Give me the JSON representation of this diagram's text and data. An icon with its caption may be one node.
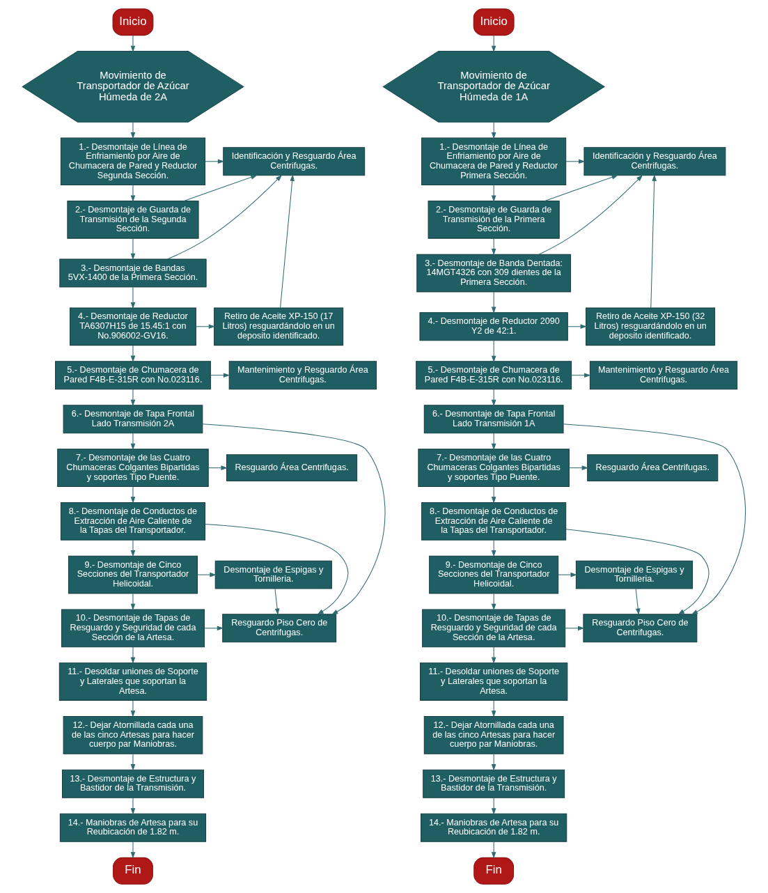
{
  "diagram": {
    "nodes": [
      {
        "text": [
          "Inicio"
        ]
      },
      {
        "text": [
          "Movimiento de Transportador de Azúcar Húmeda de 2A"
        ]
      },
      {
        "text": [
          "1.- Desmontaje de Línea de Enfriamiento por Aire de Chumacera de Pared y Reductor Segunda Sección."
        ]
      },
      {
        "text": [
          "2.- Desmontaje de Guarda de Transmisión de la Segunda Sección."
        ]
      },
      {
        "text": [
          "3.- Desmontaje de Bandas 5VX-1400 de la Primera Sección."
        ]
      },
      {
        "text": [
          "4.- Desmontaje de Reductor TA6307H15 de 15.45:1 con No.906002-GV16."
        ]
      },
      {
        "text": [
          "5.- Desmontaje de Chumacera de Pared F4B-E-315R con No.023116."
        ]
      },
      {
        "text": [
          "6.- Desmontaje de Tapa Frontal Lado Transmisión 2A"
        ]
      },
      {
        "text": [
          "7.- Desmontaje de las Cuatro Chumaceras Colgantes Bipartidas y soportes Tipo Puente."
        ]
      },
      {
        "text": [
          "8.- Desmontaje de Conductos de Extracción de Aire Caliente de la Tapas del Transportador."
        ]
      },
      {
        "text": [
          "9.- Desmontaje de Cinco Secciones del Transportador Helicoidal."
        ]
      },
      {
        "text": [
          "10.- Desmontaje de Tapas de Resguardo y Seguridad de cada Sección de la Artesa."
        ]
      },
      {
        "text": [
          "11.- Desoldar uniones de Soporte y Laterales que soportan la Artesa."
        ]
      },
      {
        "text": [
          "12.- Dejar Atornillada cada una de las cinco Artesas para hacer cuerpo par Maniobras."
        ]
      },
      {
        "text": [
          "13.- Desmontaje de Estructura y Bastidor de la Transmisión."
        ]
      },
      {
        "text": [
          "14.- Maniobras de Artesa para su Reubicación de 1.82 m."
        ]
      },
      {
        "text": [
          "Identificación y Resguardo Área Centrifugas."
        ]
      },
      {
        "text": [
          "Retiro de Aceite XP-150 (17 Litros) resguardándolo en un deposito identificado."
        ]
      },
      {
        "text": [
          "Mantenimiento y Resguardo Área Centrifugas."
        ]
      },
      {
        "text": [
          "Resguardo Área Centrifugas."
        ]
      },
      {
        "text": [
          "Desmontaje de Espigas y Tornilleria."
        ]
      },
      {
        "text": [
          "Resguardo Piso Cero de Centrifugas."
        ]
      },
      {
        "text": [
          "Fin"
        ]
      },
      {
        "text": [
          "Inicio"
        ]
      },
      {
        "text": [
          "Movimiento de Transportador de Azúcar Húmeda de 1A"
        ]
      },
      {
        "text": [
          "1.- Desmontaje de Línea de Enfriamiento por Aire de Chumacera de Pared y Reductor Primera Sección."
        ]
      },
      {
        "text": [
          "2.- Desmontaje de Guarda de Transmisión de la Primera Sección."
        ]
      },
      {
        "text": [
          "3.- Desmontaje de Banda Dentada: 14MGT4326 con 309 dientes de la Primera Sección."
        ]
      },
      {
        "text": [
          "4.- Desmontaje de Reductor 2090 Y2 de 42:1."
        ]
      },
      {
        "text": [
          "5.- Desmontaje de Chumacera de Pared F4B-E-315R con No.023116."
        ]
      },
      {
        "text": [
          "6.- Desmontaje de Tapa Frontal Lado Transmisión 1A"
        ]
      },
      {
        "text": [
          "7.- Desmontaje de las Cuatro Chumaceras Colgantes Bipartidas y soportes Tipo Puente."
        ]
      },
      {
        "text": [
          "8.- Desmontaje de Conductos de Extracción de Aire Caliente de la Tapas del Transportador."
        ]
      },
      {
        "text": [
          "9.- Desmontaje de Cinco Secciones del Transportador Helicoidal."
        ]
      },
      {
        "text": [
          "10.- Desmontaje de Tapas de Resguardo y Seguridad de cada Sección de la Artesa."
        ]
      },
      {
        "text": [
          "11.- Desoldar uniones de Soporte y Laterales que soportan la Artesa."
        ]
      },
      {
        "text": [
          "12.- Dejar Atornillada cada una de las cinco Artesas para hacer cuerpo par Maniobras."
        ]
      },
      {
        "text": [
          "13.- Desmontaje de Estructura y Bastidor de la Transmisión."
        ]
      },
      {
        "text": [
          "14.- Maniobras de Artesa para su Reubicación de 1.82 m."
        ]
      },
      {
        "text": [
          "Identificación y Resguardo Área Centrifugas."
        ]
      },
      {
        "text": [
          "Retiro de Aceite XP-150 (32 Litros) resguardándolo en un deposito identificado."
        ]
      },
      {
        "text": [
          "Mantenimiento y Resguardo Área Centrifugas."
        ]
      },
      {
        "text": [
          "Resguardo Área Centrifugas."
        ]
      },
      {
        "text": [
          "Desmontaje de Espigas y Tornilleria."
        ]
      },
      {
        "text": [
          "Resguardo Piso Cero de Centrifugas."
        ]
      },
      {
        "text": [
          "Fin"
        ]
      }
    ],
    "edges": [
      {
        "from": 0,
        "to": 1,
        "arrow": "to"
      },
      {
        "from": 1,
        "to": 2,
        "arrow": "to"
      },
      {
        "from": 2,
        "to": 3,
        "arrow": "to"
      },
      {
        "from": 3,
        "to": 4,
        "arrow": "to"
      },
      {
        "from": 4,
        "to": 5,
        "arrow": "to"
      },
      {
        "from": 5,
        "to": 6,
        "arrow": "to"
      },
      {
        "from": 6,
        "to": 7,
        "arrow": "to"
      },
      {
        "from": 7,
        "to": 8,
        "arrow": "to"
      },
      {
        "from": 8,
        "to": 9,
        "arrow": "to"
      },
      {
        "from": 9,
        "to": 10,
        "arrow": "to"
      },
      {
        "from": 10,
        "to": 11,
        "arrow": "to"
      },
      {
        "from": 11,
        "to": 12,
        "arrow": "to"
      },
      {
        "from": 12,
        "to": 13,
        "arrow": "to"
      },
      {
        "from": 13,
        "to": 14,
        "arrow": "to"
      },
      {
        "from": 14,
        "to": 15,
        "arrow": "to"
      },
      {
        "from": 15,
        "to": 22,
        "arrow": "to"
      },
      {
        "from": 2,
        "to": 16,
        "arrow": "to"
      },
      {
        "from": 3,
        "to": 16,
        "arrow": "to"
      },
      {
        "from": 4,
        "to": 16,
        "arrow": "to"
      },
      {
        "from": 5,
        "to": 17,
        "arrow": "to"
      },
      {
        "from": 17,
        "to": 16,
        "arrow": "to"
      },
      {
        "from": 6,
        "to": 18,
        "arrow": "to"
      },
      {
        "from": 7,
        "to": 21,
        "arrow": "to"
      },
      {
        "from": 8,
        "to": 19,
        "arrow": "to"
      },
      {
        "from": 9,
        "to": 21,
        "arrow": "to"
      },
      {
        "from": 10,
        "to": 20,
        "arrow": "to"
      },
      {
        "from": 20,
        "to": 21,
        "arrow": "to"
      },
      {
        "from": 11,
        "to": 21,
        "arrow": "to"
      },
      {
        "from": 23,
        "to": 24,
        "arrow": "to"
      },
      {
        "from": 24,
        "to": 25,
        "arrow": "to"
      },
      {
        "from": 25,
        "to": 26,
        "arrow": "to"
      },
      {
        "from": 26,
        "to": 27,
        "arrow": "to"
      },
      {
        "from": 27,
        "to": 28,
        "arrow": "to"
      },
      {
        "from": 28,
        "to": 29,
        "arrow": "to"
      },
      {
        "from": 29,
        "to": 30,
        "arrow": "to"
      },
      {
        "from": 30,
        "to": 31,
        "arrow": "to"
      },
      {
        "from": 31,
        "to": 32,
        "arrow": "to"
      },
      {
        "from": 32,
        "to": 33,
        "arrow": "to"
      },
      {
        "from": 33,
        "to": 34,
        "arrow": "to"
      },
      {
        "from": 34,
        "to": 35,
        "arrow": "to"
      },
      {
        "from": 35,
        "to": 36,
        "arrow": "to"
      },
      {
        "from": 36,
        "to": 37,
        "arrow": "to"
      },
      {
        "from": 37,
        "to": 38,
        "arrow": "to"
      },
      {
        "from": 38,
        "to": 45,
        "arrow": "to"
      },
      {
        "from": 25,
        "to": 39,
        "arrow": "to"
      },
      {
        "from": 26,
        "to": 39,
        "arrow": "to"
      },
      {
        "from": 27,
        "to": 39,
        "arrow": "to"
      },
      {
        "from": 28,
        "to": 40,
        "arrow": "to"
      },
      {
        "from": 40,
        "to": 39,
        "arrow": "to"
      },
      {
        "from": 29,
        "to": 41,
        "arrow": "to"
      },
      {
        "from": 30,
        "to": 44,
        "arrow": "to"
      },
      {
        "from": 31,
        "to": 42,
        "arrow": "to"
      },
      {
        "from": 32,
        "to": 44,
        "arrow": "to"
      },
      {
        "from": 33,
        "to": 43,
        "arrow": "to"
      },
      {
        "from": 43,
        "to": 44,
        "arrow": "to"
      },
      {
        "from": 34,
        "to": 44,
        "arrow": "to"
      }
    ]
  }
}
